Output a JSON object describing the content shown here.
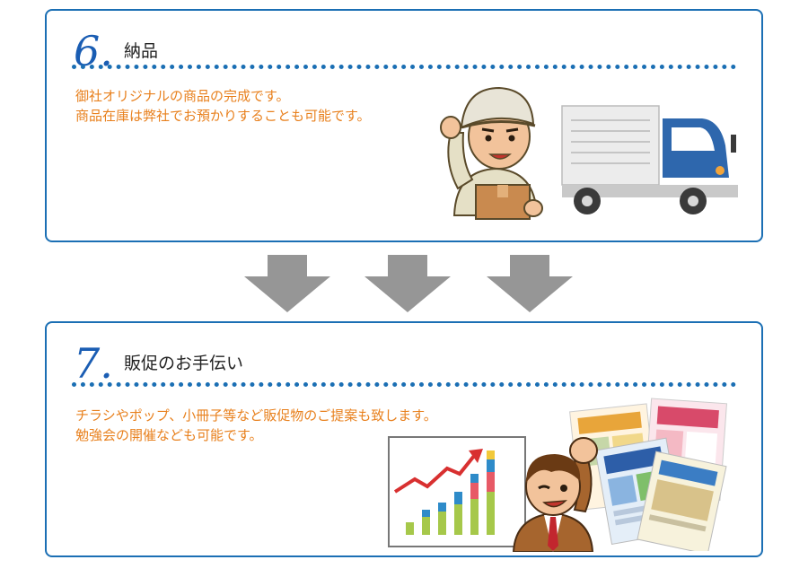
{
  "steps": [
    {
      "number": "6.",
      "title": "納品",
      "lines": [
        "御社オリジナルの商品の完成です。",
        "商品在庫は弊社でお預かりすることも可能です。"
      ]
    },
    {
      "number": "7.",
      "title": "販促のお手伝い",
      "lines": [
        "チラシやポップ、小冊子等など販促物のご提案も致します。",
        "勉強会の開催なども可能です。"
      ]
    }
  ],
  "colors": {
    "accent": "#1b6fb4",
    "text": "#e8801d",
    "arrow": "#969696"
  },
  "icons": [
    "delivery-worker-illustration",
    "delivery-truck-illustration",
    "down-arrow-icon",
    "sales-growth-chart-illustration",
    "businessman-illustration",
    "flyers-illustration"
  ]
}
